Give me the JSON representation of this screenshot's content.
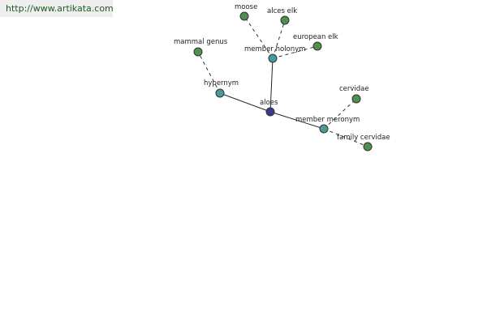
{
  "site_link": "http://www.artikata.com",
  "colors": {
    "center_node": "#3a3a8c",
    "relation_node": "#4a9a9a",
    "term_node": "#4f8f4f",
    "node_stroke": "#333333",
    "relation_edge": "#222222",
    "term_edge": "#333333"
  },
  "graph": {
    "center": {
      "id": "aloes",
      "label": "aloes"
    },
    "relations": [
      {
        "id": "hypernym",
        "label": "hypernym",
        "terms": [
          {
            "id": "mammal-genus",
            "label": "mammal genus"
          }
        ]
      },
      {
        "id": "member-holonym",
        "label": "member holonym",
        "terms": [
          {
            "id": "moose",
            "label": "moose"
          },
          {
            "id": "alces-elk",
            "label": "alces elk"
          },
          {
            "id": "european-elk",
            "label": "european elk"
          }
        ]
      },
      {
        "id": "member-meronym",
        "label": "member meronym",
        "terms": [
          {
            "id": "cervidae",
            "label": "cervidae"
          },
          {
            "id": "family-cervidae",
            "label": "family cervidae"
          }
        ]
      }
    ]
  }
}
